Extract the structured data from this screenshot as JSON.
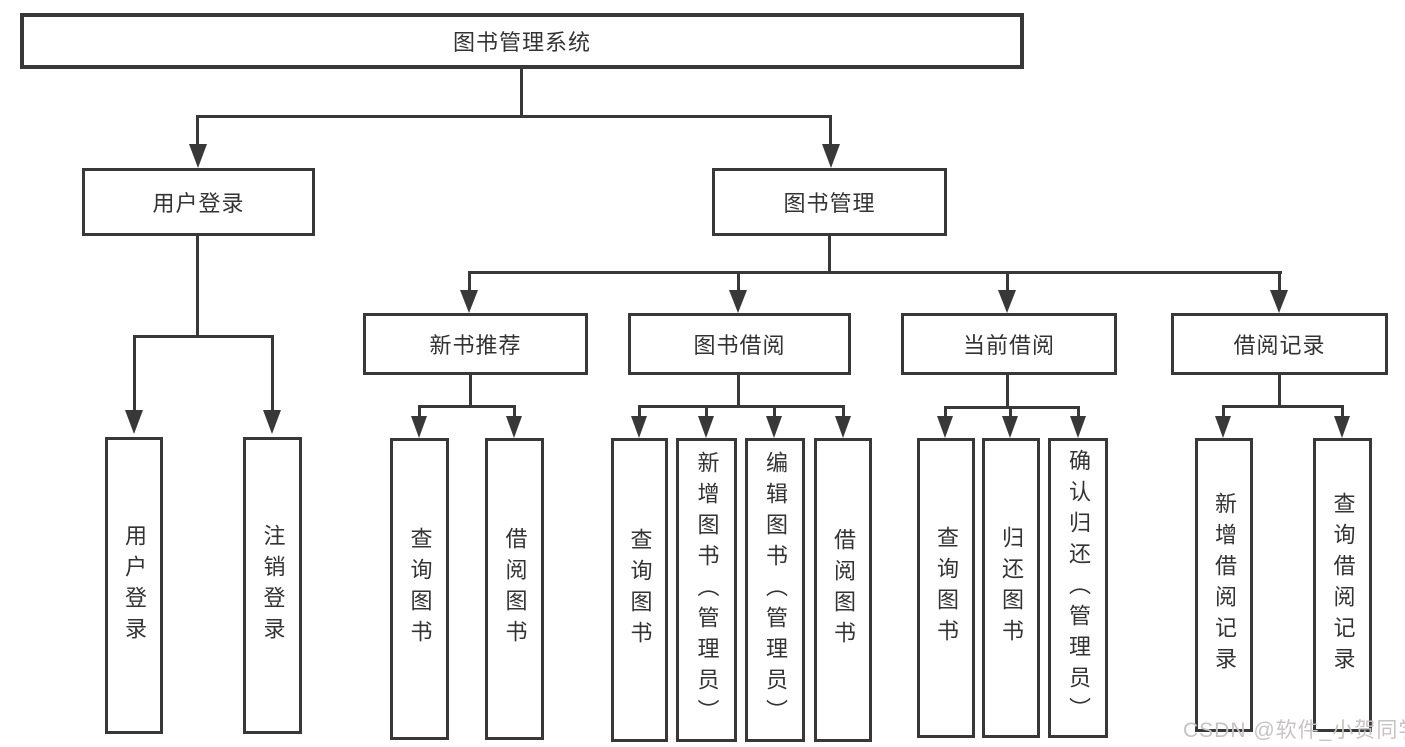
{
  "tree": {
    "root": {
      "label": "图书管理系统",
      "children": [
        {
          "label": "用户登录",
          "children": [
            {
              "label": "用户登录"
            },
            {
              "label": "注销登录"
            }
          ]
        },
        {
          "label": "图书管理",
          "children": [
            {
              "label": "新书推荐",
              "children": [
                {
                  "label": "查询图书"
                },
                {
                  "label": "借阅图书"
                }
              ]
            },
            {
              "label": "图书借阅",
              "children": [
                {
                  "label": "查询图书"
                },
                {
                  "label": "新增图书（管理员）"
                },
                {
                  "label": "编辑图书（管理员）"
                },
                {
                  "label": "借阅图书"
                }
              ]
            },
            {
              "label": "当前借阅",
              "children": [
                {
                  "label": "查询图书"
                },
                {
                  "label": "归还图书"
                },
                {
                  "label": "确认归还（管理员）"
                }
              ]
            },
            {
              "label": "借阅记录",
              "children": [
                {
                  "label": "新增借阅记录"
                },
                {
                  "label": "查询借阅记录"
                }
              ]
            }
          ]
        }
      ]
    }
  },
  "watermark": {
    "text": "CSDN @软件_小贺同学"
  },
  "colors": {
    "line": "#383838",
    "text": "#333333",
    "watermark": "#c6c3c3",
    "background": "#ffffff"
  }
}
